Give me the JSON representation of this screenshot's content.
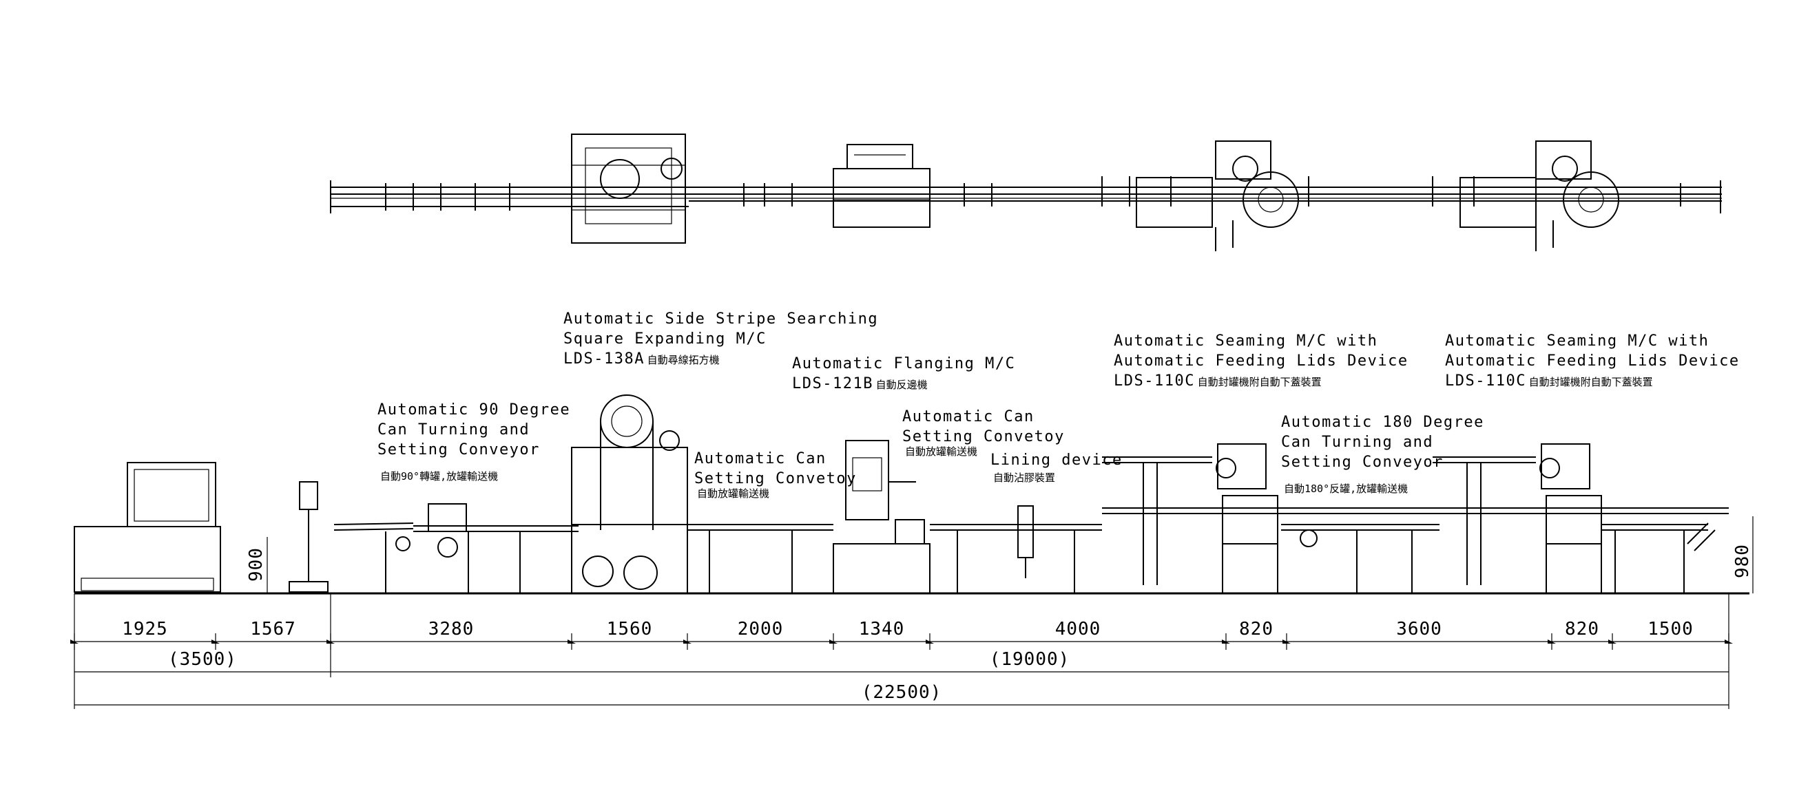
{
  "stations": [
    {
      "id": "turning90",
      "lines": [
        "Automatic 90 Degree",
        "Can Turning and",
        "Setting Conveyor"
      ],
      "cn": "自動90°轉罐,放罐輸送機"
    },
    {
      "id": "side-stripe",
      "lines": [
        "Automatic Side Stripe Searching",
        "Square Expanding M/C",
        "LDS-138A"
      ],
      "cn": "自動尋線拓方機"
    },
    {
      "id": "setting1",
      "lines": [
        "Automatic Can",
        "Setting Convetoy"
      ],
      "cn": "自動放罐輸送機"
    },
    {
      "id": "flanging",
      "lines": [
        "Automatic Flanging M/C",
        "LDS-121B"
      ],
      "cn": "自動反邊機"
    },
    {
      "id": "setting2",
      "lines": [
        "Automatic Can",
        "Setting Convetoy"
      ],
      "cn": "自動放罐輸送機"
    },
    {
      "id": "lining",
      "lines": [
        "Lining device"
      ],
      "cn": "自動沾膠裝置"
    },
    {
      "id": "seaming1",
      "lines": [
        "Automatic Seaming M/C with",
        "Automatic Feeding Lids Device",
        "LDS-110C"
      ],
      "cn": "自動封罐機附自動下蓋裝置"
    },
    {
      "id": "turning180",
      "lines": [
        "Automatic 180 Degree",
        "Can Turning and",
        "Setting Conveyor"
      ],
      "cn": "自動180°反罐,放罐輸送機"
    },
    {
      "id": "seaming2",
      "lines": [
        "Automatic Seaming M/C with",
        "Automatic Feeding Lids Device",
        "LDS-110C"
      ],
      "cn": "自動封罐機附自動下蓋裝置"
    }
  ],
  "dimensions": {
    "segments": [
      "1925",
      "1567",
      "3280",
      "1560",
      "2000",
      "1340",
      "4000",
      "820",
      "3600",
      "820",
      "1500"
    ],
    "subtotals": [
      "(3500)",
      "(19000)"
    ],
    "total": "(22500)",
    "heights": [
      "900",
      "980"
    ]
  }
}
